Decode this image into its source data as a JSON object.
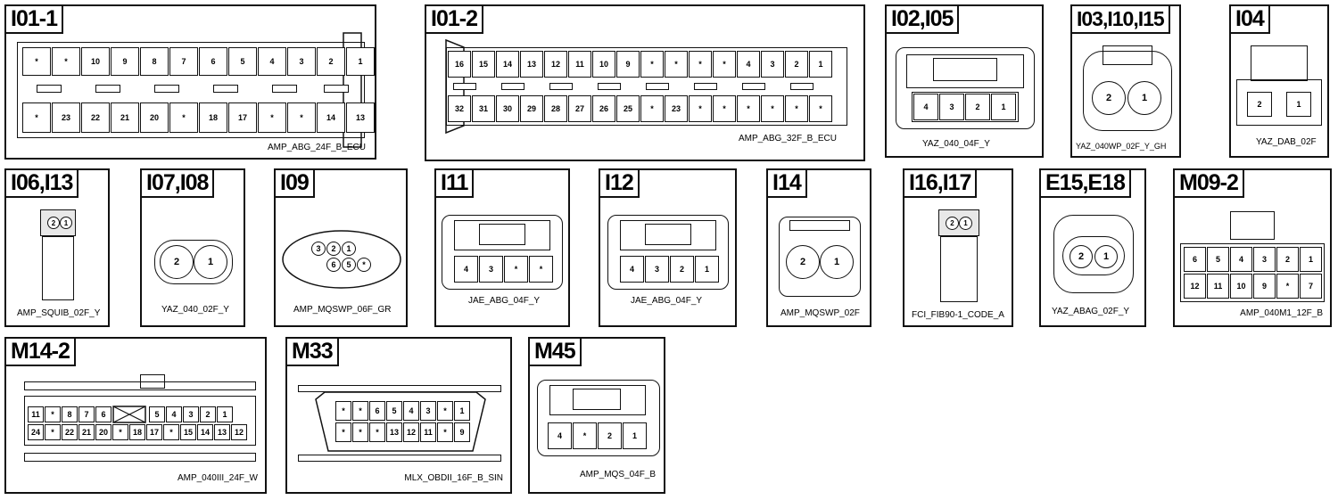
{
  "connectors": [
    {
      "id": "I01-1",
      "code": "AMP_ABG_24F_B_ECU",
      "top": [
        "*",
        "*",
        "10",
        "9",
        "8",
        "7",
        "6",
        "5",
        "4",
        "3",
        "2",
        "1"
      ],
      "bottom": [
        "*",
        "23",
        "22",
        "21",
        "20",
        "*",
        "18",
        "17",
        "*",
        "*",
        "14",
        "13"
      ]
    },
    {
      "id": "I01-2",
      "code": "AMP_ABG_32F_B_ECU",
      "top": [
        "16",
        "15",
        "14",
        "13",
        "12",
        "11",
        "10",
        "9",
        "*",
        "*",
        "*",
        "*",
        "4",
        "3",
        "2",
        "1"
      ],
      "bottom": [
        "32",
        "31",
        "30",
        "29",
        "28",
        "27",
        "26",
        "25",
        "*",
        "23",
        "*",
        "*",
        "*",
        "*",
        "*",
        "*"
      ]
    },
    {
      "id": "I02,I05",
      "code": "YAZ_040_04F_Y",
      "pins": [
        "4",
        "3",
        "2",
        "1"
      ]
    },
    {
      "id": "I03,I10,I15",
      "code": "YAZ_040WP_02F_Y_GH",
      "pins": [
        "2",
        "1"
      ]
    },
    {
      "id": "I04",
      "code": "YAZ_DAB_02F",
      "pins": [
        "2",
        "1"
      ]
    },
    {
      "id": "I06,I13",
      "code": "AMP_SQUIB_02F_Y",
      "pins": [
        "2",
        "1"
      ]
    },
    {
      "id": "I07,I08",
      "code": "YAZ_040_02F_Y",
      "pins": [
        "2",
        "1"
      ]
    },
    {
      "id": "I09",
      "code": "AMP_MQSWP_06F_GR",
      "top": [
        "3",
        "2",
        "1"
      ],
      "bottom": [
        "6",
        "5",
        "*"
      ]
    },
    {
      "id": "I11",
      "code": "JAE_ABG_04F_Y",
      "pins": [
        "4",
        "3",
        "*",
        "*"
      ]
    },
    {
      "id": "I12",
      "code": "JAE_ABG_04F_Y",
      "pins": [
        "4",
        "3",
        "2",
        "1"
      ]
    },
    {
      "id": "I14",
      "code": "AMP_MQSWP_02F",
      "pins": [
        "2",
        "1"
      ]
    },
    {
      "id": "I16,I17",
      "code": "FCI_FIB90-1_CODE_A",
      "pins": [
        "2",
        "1"
      ]
    },
    {
      "id": "E15,E18",
      "code": "YAZ_ABAG_02F_Y",
      "pins": [
        "2",
        "1"
      ]
    },
    {
      "id": "M09-2",
      "code": "AMP_040M1_12F_B",
      "top": [
        "6",
        "5",
        "4",
        "3",
        "2",
        "1"
      ],
      "bottom": [
        "12",
        "11",
        "10",
        "9",
        "*",
        "7"
      ]
    },
    {
      "id": "M14-2",
      "code": "AMP_040III_24F_W",
      "top_left": [
        "11",
        "*",
        "8",
        "7",
        "6"
      ],
      "top_right": [
        "5",
        "4",
        "3",
        "2",
        "1"
      ],
      "bottom": [
        "24",
        "*",
        "22",
        "21",
        "20",
        "*",
        "18",
        "17",
        "*",
        "15",
        "14",
        "13",
        "12"
      ]
    },
    {
      "id": "M33",
      "code": "MLX_OBDII_16F_B_SIN",
      "top": [
        "*",
        "*",
        "6",
        "5",
        "4",
        "3",
        "*",
        "1"
      ],
      "bottom": [
        "*",
        "*",
        "*",
        "13",
        "12",
        "11",
        "*",
        "9"
      ]
    },
    {
      "id": "M45",
      "code": "AMP_MQS_04F_B",
      "pins": [
        "4",
        "*",
        "2",
        "1"
      ]
    }
  ]
}
